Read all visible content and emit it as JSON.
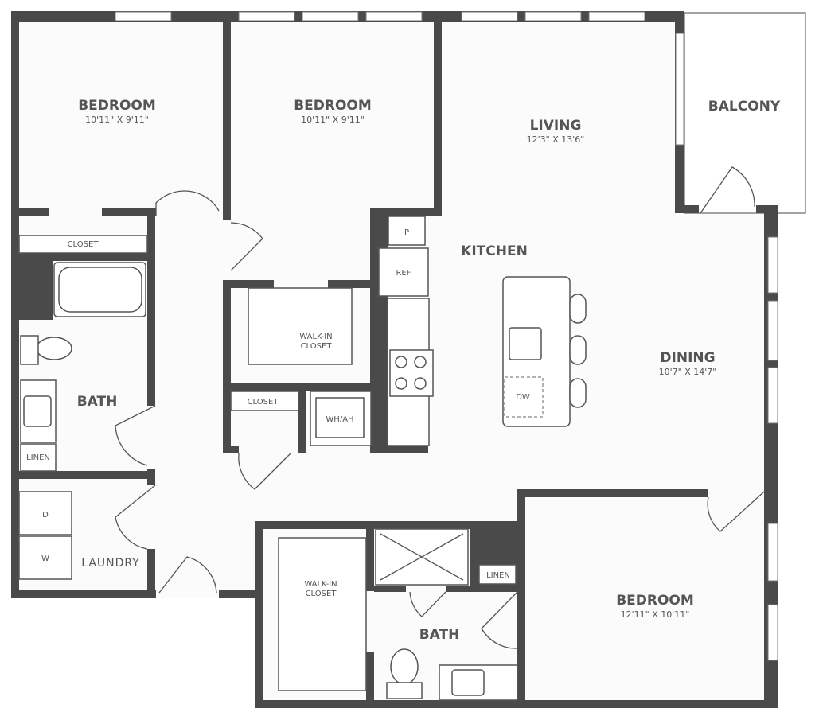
{
  "rooms": {
    "bedroom1": {
      "name": "BEDROOM",
      "size": "10'11\" X 9'11\""
    },
    "bedroom2": {
      "name": "BEDROOM",
      "size": "10'11\" X 9'11\""
    },
    "living": {
      "name": "LIVING",
      "size": "12'3\" X 13'6\""
    },
    "balcony": {
      "name": "BALCONY"
    },
    "kitchen": {
      "name": "KITCHEN"
    },
    "dining": {
      "name": "DINING",
      "size": "10'7\" X 14'7\""
    },
    "bath1": {
      "name": "BATH"
    },
    "bath2": {
      "name": "BATH"
    },
    "laundry": {
      "name": "LAUNDRY"
    },
    "bedroom3": {
      "name": "BEDROOM",
      "size": "12'11\" X 10'11\""
    }
  },
  "fixtures": {
    "closet1": "CLOSET",
    "closet2": "CLOSET",
    "walkin1": [
      "WALK-IN",
      "CLOSET"
    ],
    "walkin2": [
      "WALK-IN",
      "CLOSET"
    ],
    "pantry": "P",
    "ref": "REF",
    "whah": "WH/AH",
    "dw": "DW",
    "linen1": "LINEN",
    "linen2": "LINEN",
    "dryer": "D",
    "washer": "W"
  }
}
